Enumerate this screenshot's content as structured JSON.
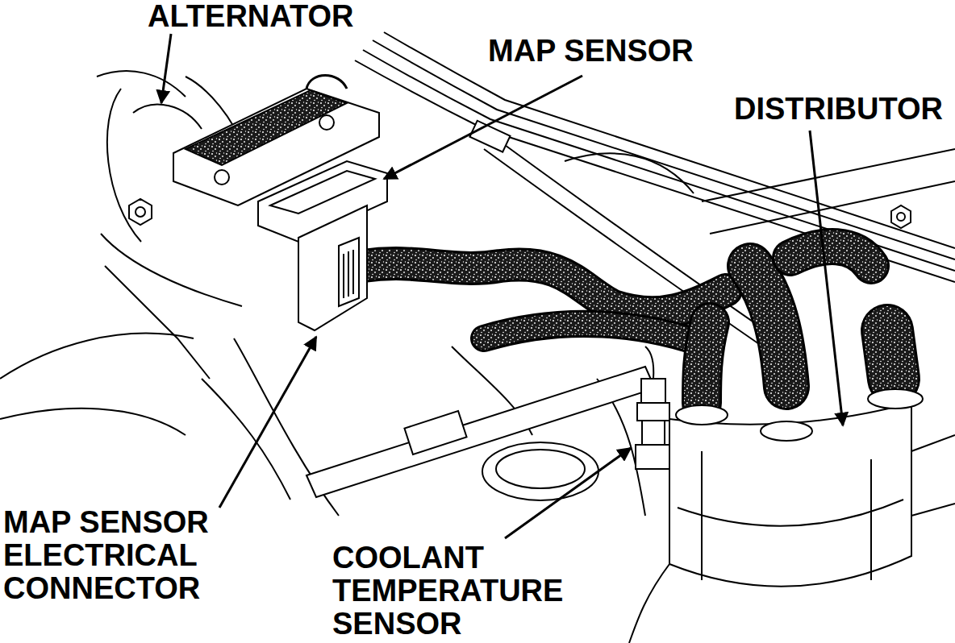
{
  "diagram": {
    "labels": [
      "ALTERNATOR",
      "MAP SENSOR",
      "DISTRIBUTOR",
      "MAP SENSOR ELECTRICAL CONNECTOR",
      "COOLANT TEMPERATURE SENSOR"
    ]
  }
}
